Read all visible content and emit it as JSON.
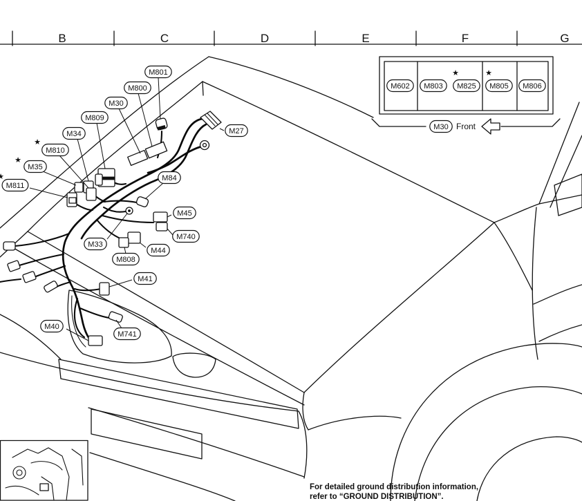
{
  "grid_columns": {
    "b": "B",
    "c": "C",
    "d": "D",
    "e": "E",
    "f": "F",
    "g": "G"
  },
  "star": "★",
  "connectors": {
    "m801": "M801",
    "m800": "M800",
    "m30": "M30",
    "m809": "M809",
    "m34": "M34",
    "m810": "M810",
    "m35": "M35",
    "m811": "M811",
    "m27": "M27",
    "m84": "M84",
    "m45": "M45",
    "m740": "M740",
    "m33": "M33",
    "m44": "M44",
    "m808": "M808",
    "m41": "M41",
    "m40": "M40",
    "m741": "M741"
  },
  "inset": {
    "connectors": [
      "M602",
      "M803",
      "M825",
      "M805",
      "M806"
    ],
    "reference_connector": "M30",
    "direction_label": "Front"
  },
  "note": {
    "line1": "For detailed ground distribution information,",
    "line2": "refer to “GROUND DISTRIBUTION”."
  }
}
